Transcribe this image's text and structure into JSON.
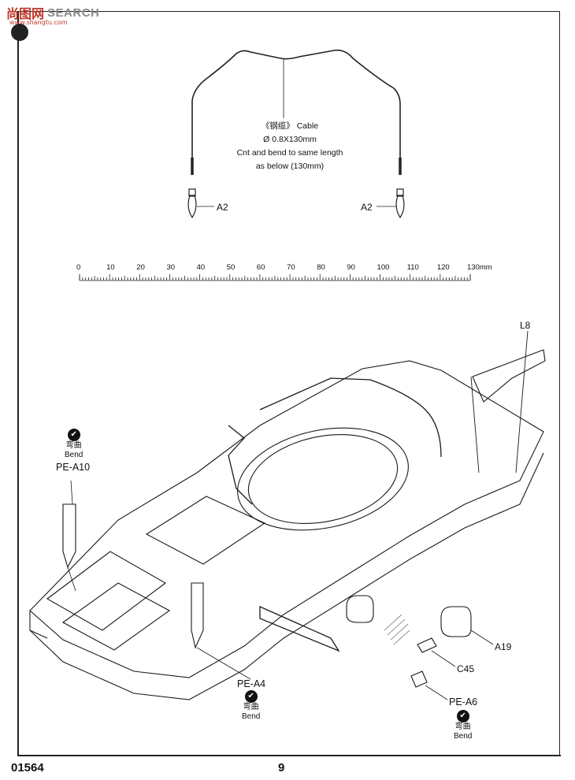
{
  "watermark": {
    "cn": "尚图网",
    "en": "SEARCH",
    "url": "www.shangtu.com"
  },
  "cable_note": {
    "line1": "《钢缆》 Cable",
    "line2": "Ø 0.8X130mm",
    "line3": "Cnt and bend to same length",
    "line4": "as below (130mm)"
  },
  "ruler": {
    "ticks": [
      "0",
      "10",
      "20",
      "30",
      "40",
      "50",
      "60",
      "70",
      "80",
      "90",
      "100",
      "110",
      "120",
      "130mm"
    ]
  },
  "parts": {
    "a2_left": "A2",
    "a2_right": "A2",
    "l8": "L8",
    "pe_a10": "PE-A10",
    "pe_a4": "PE-A4",
    "pe_a6": "PE-A6",
    "a19": "A19",
    "c45": "C45"
  },
  "bend": {
    "cn": "弯曲",
    "en": "Bend",
    "icon": "bend-check-icon"
  },
  "footer": {
    "code": "01564",
    "page": "9"
  }
}
